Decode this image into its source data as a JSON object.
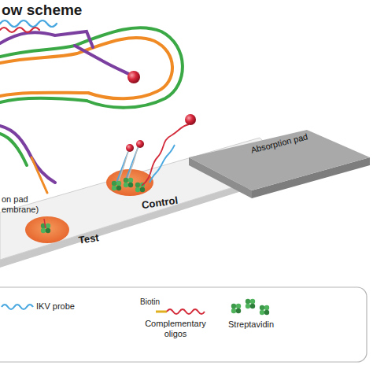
{
  "diagram": {
    "title": "ow scheme",
    "nodes": [
      {
        "text": [
          "Absorption pad"
        ]
      }
    ],
    "labels": [
      "on pad embrane)",
      "Test",
      "Control",
      "Biotin"
    ],
    "legend": [
      {
        "text": "IKV probe"
      },
      {
        "text": "Complementary oligos"
      },
      {
        "text": "Streptavidin"
      }
    ]
  }
}
